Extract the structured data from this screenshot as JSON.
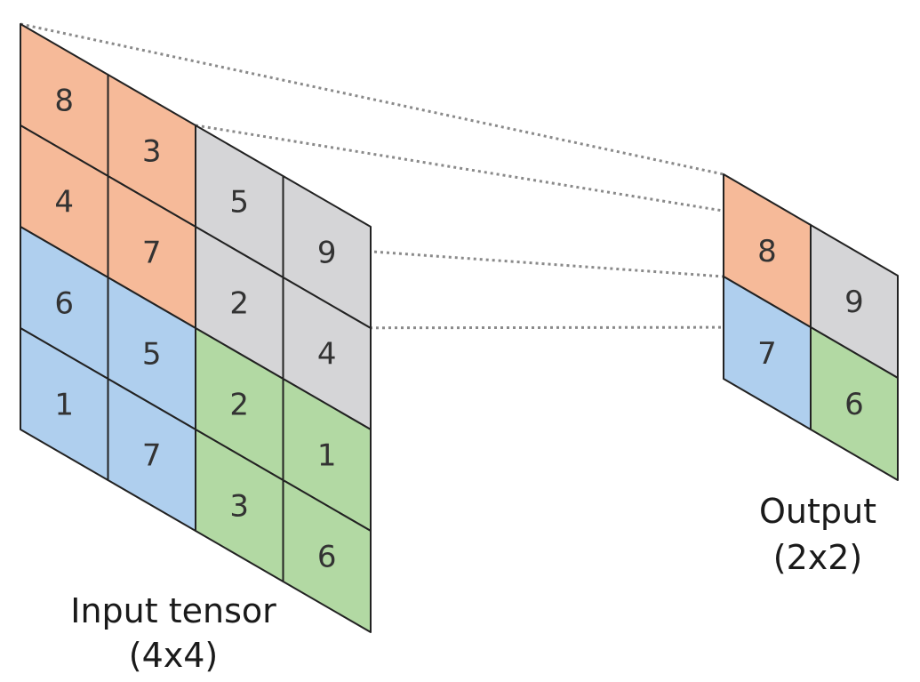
{
  "colors": {
    "orange": "#F6BA99",
    "gray": "#D5D5D7",
    "blue": "#AFCFEE",
    "green": "#B2D9A3",
    "line": "#222222",
    "dotted": "#8a8a8a",
    "text": "#333333"
  },
  "input": {
    "label": "Input tensor",
    "size": "(4x4)",
    "cells": [
      [
        "8",
        "3",
        "5",
        "9"
      ],
      [
        "4",
        "7",
        "2",
        "4"
      ],
      [
        "6",
        "5",
        "2",
        "1"
      ],
      [
        "1",
        "7",
        "3",
        "6"
      ]
    ],
    "quadrant_colors": [
      [
        "orange",
        "gray"
      ],
      [
        "blue",
        "green"
      ]
    ]
  },
  "output": {
    "label": "Output",
    "size": "(2x2)",
    "cells": [
      [
        "8",
        "9"
      ],
      [
        "7",
        "6"
      ]
    ],
    "colors": [
      [
        "orange",
        "gray"
      ],
      [
        "blue",
        "green"
      ]
    ]
  }
}
